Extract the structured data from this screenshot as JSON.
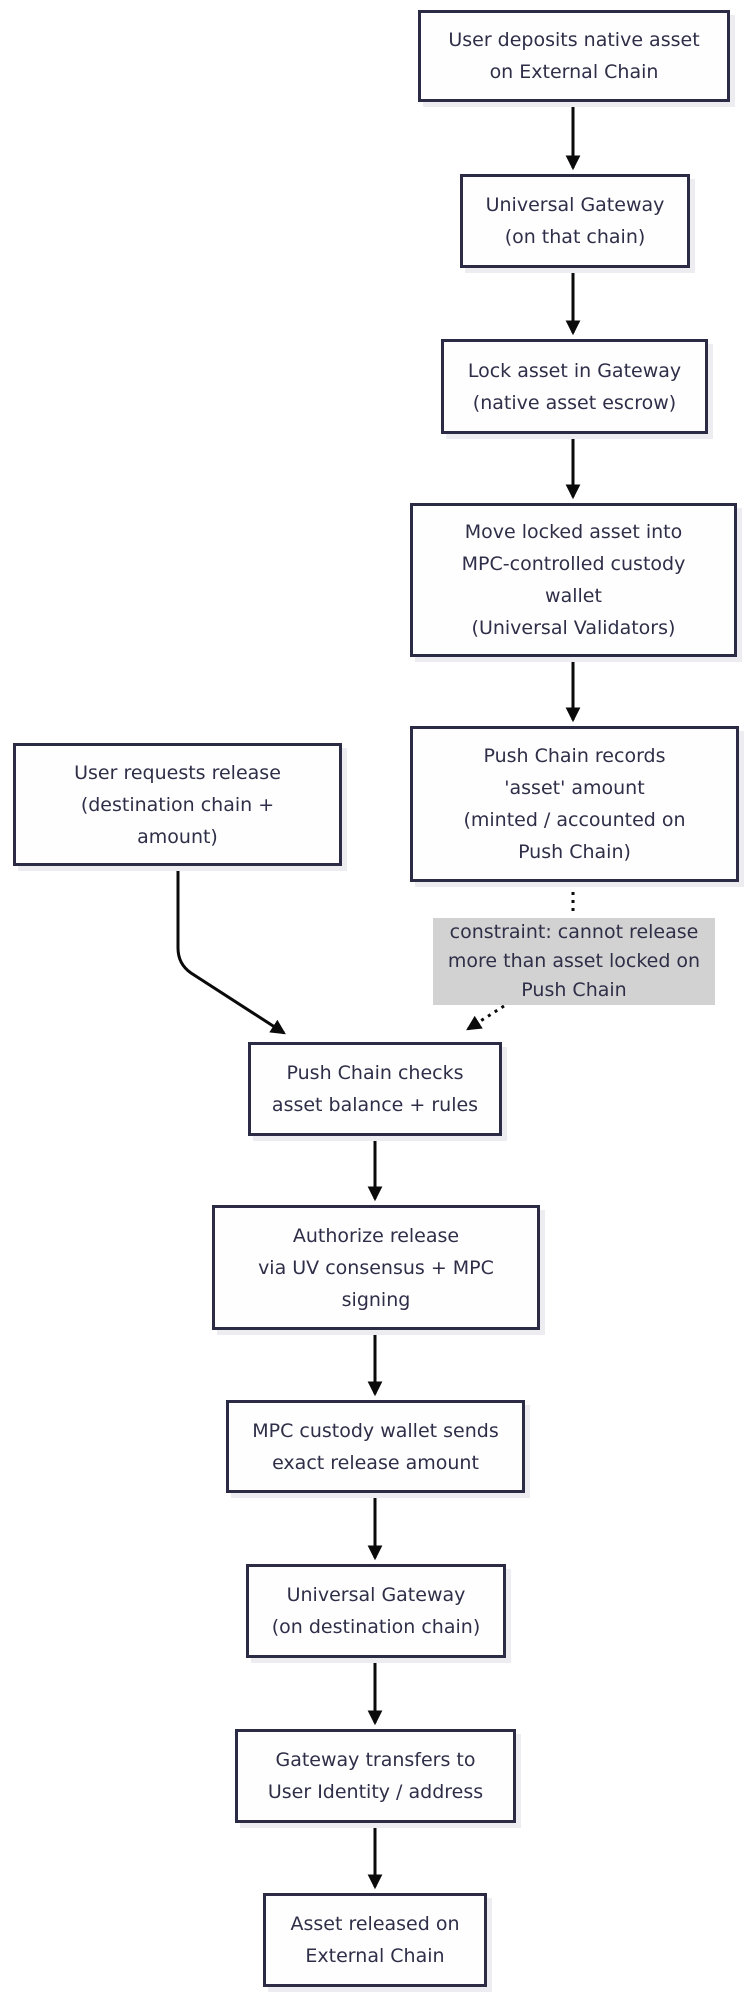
{
  "diagram": {
    "title": "asset lock and release flow",
    "colors": {
      "border": "#2b2b45",
      "text": "#2e2e48",
      "node-bg": "#fefefe",
      "note-bg": "#d2d2d2",
      "arrow": "#0a0a0a",
      "shadow": "#ececf1"
    },
    "nodes": [
      {
        "id": "user-deposits",
        "lines": [
          "User deposits native asset",
          "on External Chain"
        ]
      },
      {
        "id": "gateway-source",
        "lines": [
          "Universal Gateway",
          "(on that chain)"
        ]
      },
      {
        "id": "lock-asset",
        "lines": [
          "Lock asset in Gateway",
          "(native asset escrow)"
        ]
      },
      {
        "id": "custody-wallet",
        "lines": [
          "Move locked asset into",
          "MPC-controlled custody",
          "wallet",
          "(Universal Validators)"
        ]
      },
      {
        "id": "push-records",
        "lines": [
          "Push Chain records",
          "'asset' amount",
          "(minted / accounted on",
          "Push Chain)"
        ]
      },
      {
        "id": "user-requests",
        "lines": [
          "User requests release",
          "(destination chain +",
          "amount)"
        ]
      },
      {
        "id": "constraint-note",
        "lines": [
          "constraint: cannot release",
          "more than asset locked on",
          "Push Chain"
        ]
      },
      {
        "id": "push-checks",
        "lines": [
          "Push Chain checks",
          "asset balance + rules"
        ]
      },
      {
        "id": "authorize",
        "lines": [
          "Authorize release",
          "via UV consensus + MPC",
          "signing"
        ]
      },
      {
        "id": "mpc-sends",
        "lines": [
          "MPC custody wallet sends",
          "exact release amount"
        ]
      },
      {
        "id": "gateway-dest",
        "lines": [
          "Universal Gateway",
          "(on destination chain)"
        ]
      },
      {
        "id": "gateway-transfers",
        "lines": [
          "Gateway transfers to",
          "User Identity / address"
        ]
      },
      {
        "id": "asset-released",
        "lines": [
          "Asset released on",
          "External Chain"
        ]
      }
    ]
  }
}
